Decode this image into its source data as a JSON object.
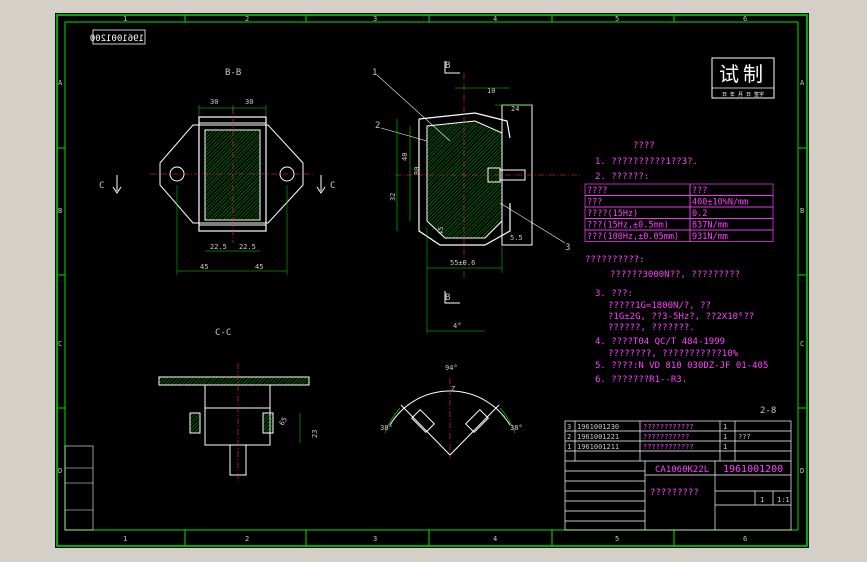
{
  "drawing": {
    "doc_no_mirrored": "1961001200",
    "stamp": {
      "title": "试制",
      "small": "日 年 月 日 签字"
    },
    "column_markers": [
      "1",
      "2",
      "3",
      "4",
      "5",
      "6"
    ],
    "row_markers": [
      "A",
      "B",
      "C",
      "D"
    ],
    "views": {
      "bb_label": "B-B",
      "cc_label": "C-C",
      "section_c_left": "C",
      "section_c_right": "C",
      "section_b_top": "B",
      "section_b_bottom": "B",
      "callouts": [
        "1",
        "2",
        "3"
      ]
    },
    "dimensions": {
      "bb_top_left": "30",
      "bb_top_right": "30",
      "bb_mid_left": "22.5",
      "bb_mid_right": "22.5",
      "bb_bot_left": "45",
      "bb_bot_right": "45",
      "side_10": "10",
      "side_24": "24",
      "side_55": "55±0.6",
      "side_5_5": "5.5",
      "side_4": "4°",
      "side_40": "40",
      "side_32": "32",
      "side_80": "80",
      "side_45": "45",
      "cc_65": "65",
      "cc_23": "23",
      "angle_94": "94°",
      "angle_38_left": "38°",
      "angle_38_right": "38°",
      "angle_z": "Z"
    },
    "notes": {
      "title": "????",
      "n1": "1. ??????????1??3?.",
      "n2": "2. ??????:",
      "table": [
        [
          "????",
          "???"
        ],
        [
          "???",
          "400±10%N/mm"
        ],
        [
          "????(15Hz)",
          "0.2"
        ],
        [
          "???(15Hz,±0.5mm)",
          "837N/mm"
        ],
        [
          "???(100Hz,±0.05mm)",
          "931N/mm"
        ]
      ],
      "n2b": "??????????:",
      "n2c": "??????3000N??, ?????????",
      "n3a": "3. ???:",
      "n3b": "?????1G=1800N/?, ??",
      "n3c": "?1G±2G, ??3-5Hz?, ??2X10⁶??",
      "n3d": "??????, ???????.",
      "n4a": "4. ????T04 QC/T 484-1999",
      "n4b": "????????, ???????????10%",
      "n5": "5. ????:N VD 810 030DZ-JF 01-405",
      "n6": "6. ???????R1--R3.",
      "sheet_ref": "2-8"
    },
    "parts_list": [
      [
        "3",
        "1961001230",
        "????????????",
        "1",
        ""
      ],
      [
        "2",
        "1961001221",
        "???????????",
        "1",
        "???"
      ],
      [
        "1",
        "1961001211",
        "????????????",
        "1",
        ""
      ]
    ],
    "title_block": {
      "model": "CA1060K22L",
      "number": "1961001200",
      "name": "?????????",
      "scale": "1:1",
      "sheet": "1"
    }
  }
}
